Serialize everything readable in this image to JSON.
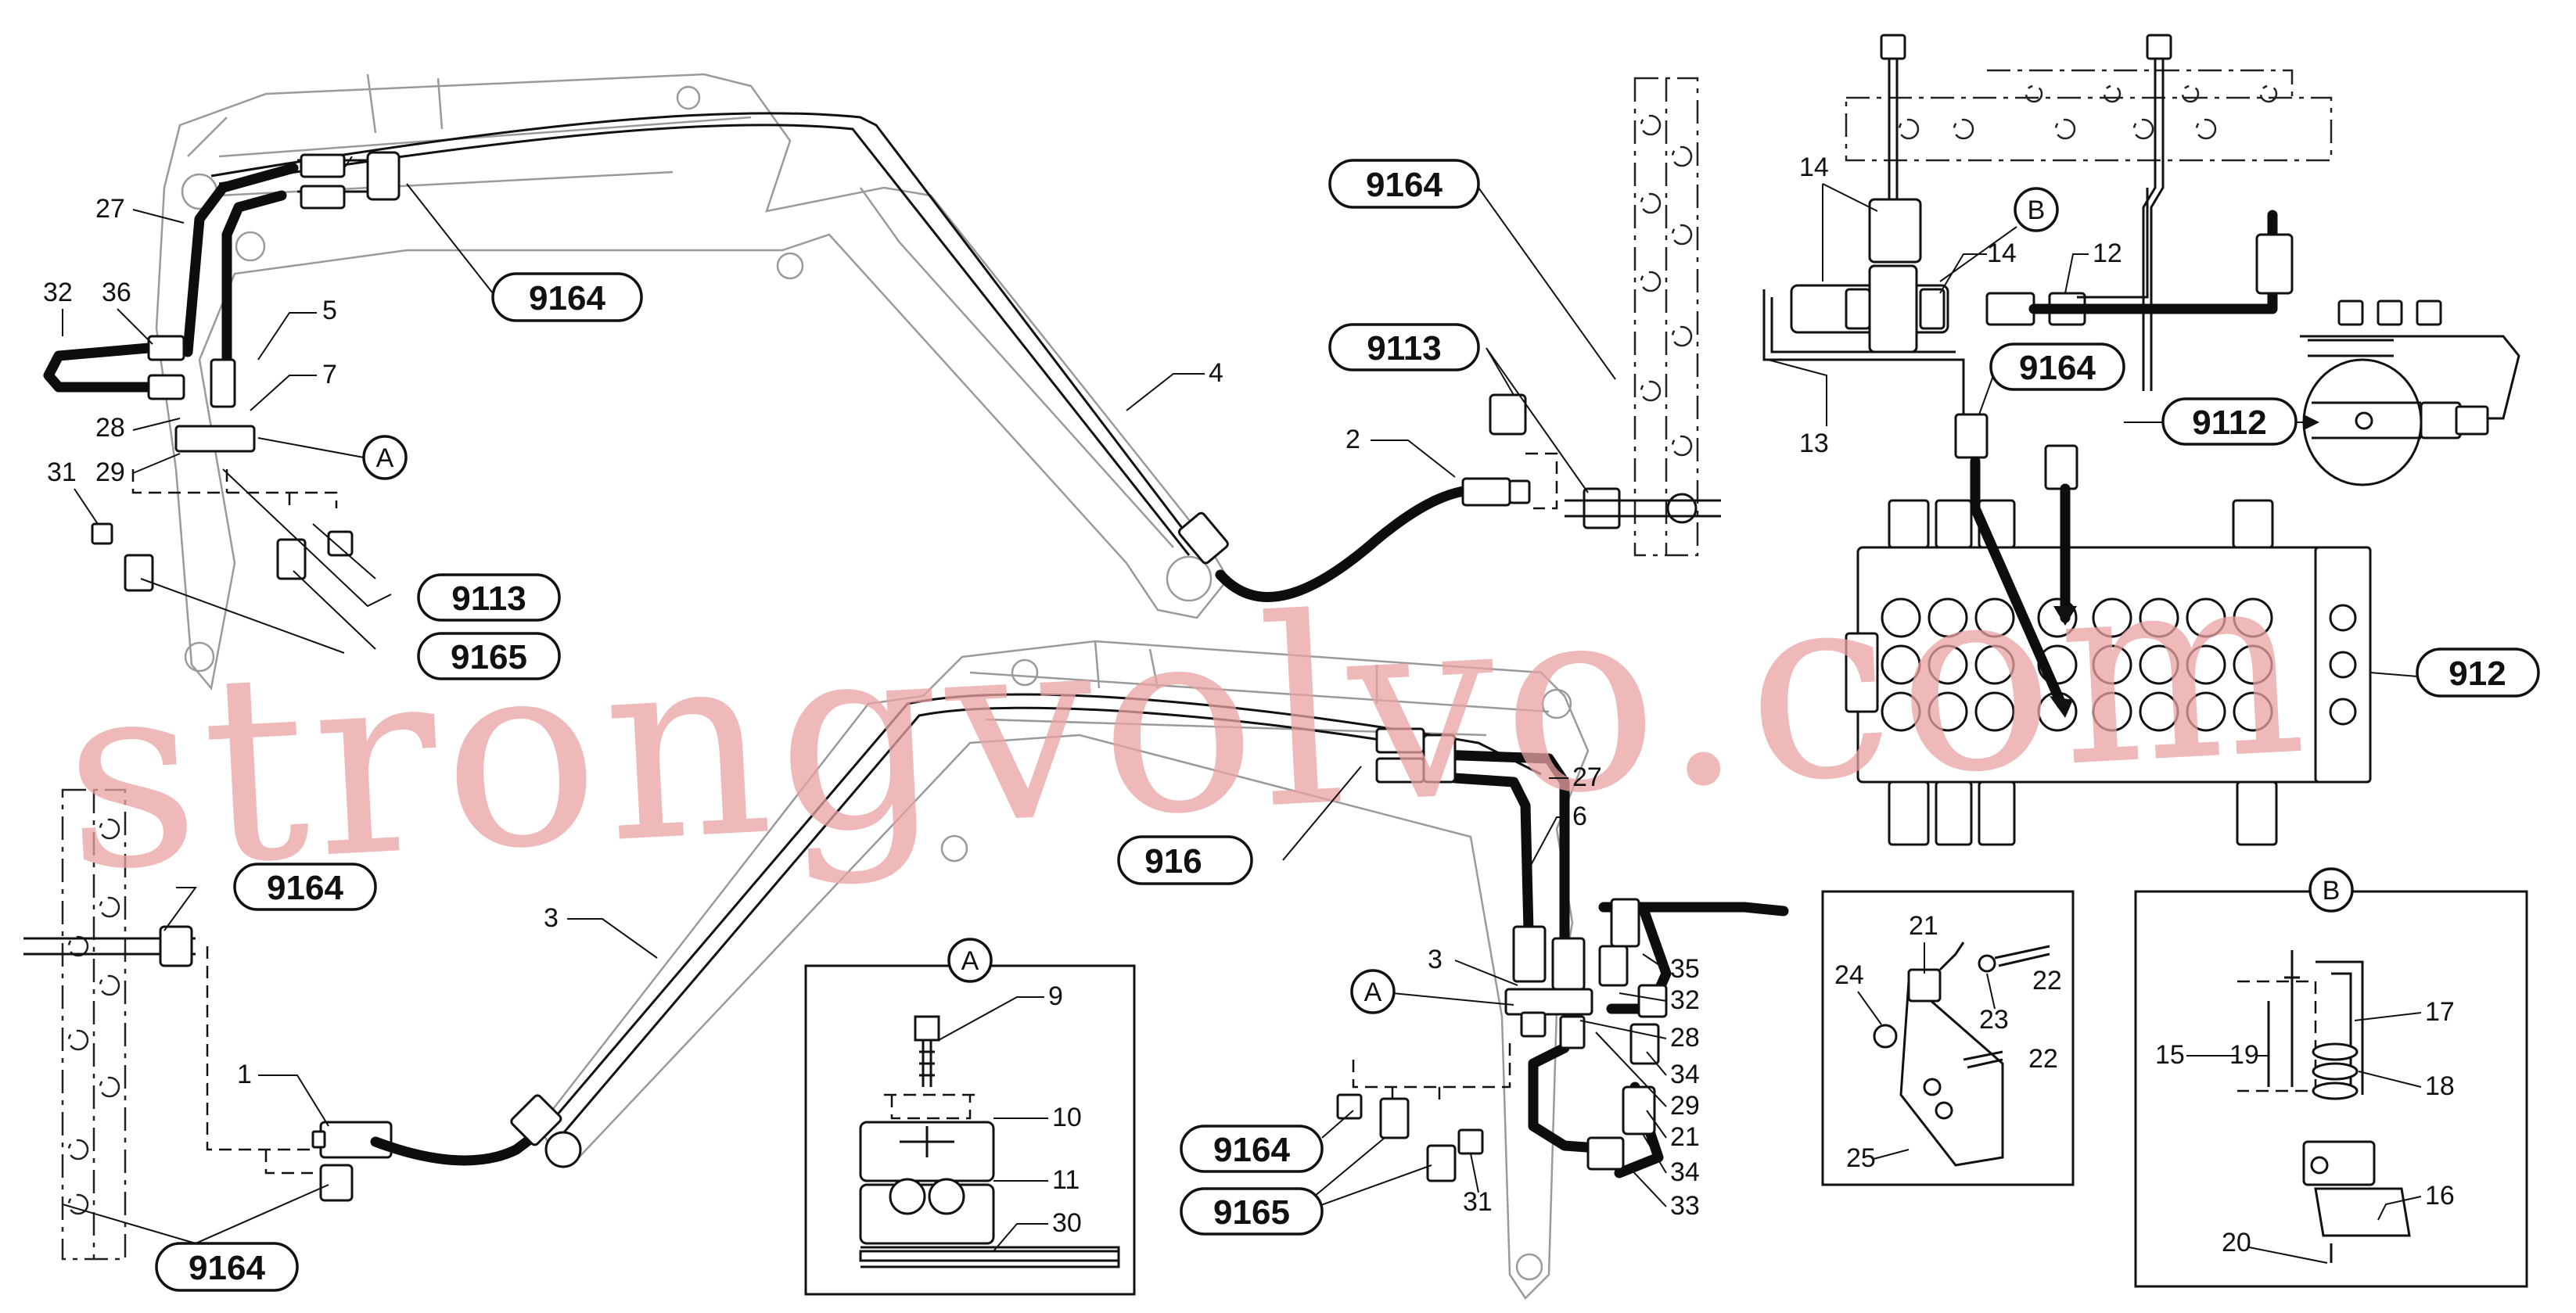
{
  "callouts": {
    "upper_hose_ref": "9164",
    "upper_plug_ref": "9113",
    "upper_cap_ref": "9113",
    "upper_cap2_ref": "9165",
    "upper_right_frame_ref": "9164",
    "upper_right_plug_ref": "9113",
    "valve_hose_ref": "9164",
    "tank_ref": "9112",
    "valve_ref": "912",
    "left_frame_ref": "9164",
    "left_bottom_ref": "9164",
    "lower_boom_ref": "916",
    "lower_cap_ref": "9164",
    "lower_cap2_ref": "9165",
    "detail_a": "A",
    "detail_b": "B",
    "circle_a_upper": "A",
    "circle_b_upper": "B",
    "circle_a_lower": "A"
  },
  "labels": {
    "n27": "27",
    "n32": "32",
    "n36": "36",
    "n5": "5",
    "n7": "7",
    "n28": "28",
    "n29": "29",
    "n31": "31",
    "n4": "4",
    "n2": "2",
    "n14a": "14",
    "n14b": "14",
    "n12": "12",
    "n13": "13",
    "n1": "1",
    "n3": "3",
    "n9": "9",
    "n10": "10",
    "n11": "11",
    "n30": "30",
    "n27b": "27",
    "n6": "6",
    "n35": "35",
    "n32b": "32",
    "n28b": "28",
    "n34a": "34",
    "n29b": "29",
    "n21b": "21",
    "n34b": "34",
    "n33": "33",
    "n31b": "31",
    "n3b": "3",
    "n21": "21",
    "n24": "24",
    "n23": "23",
    "n22a": "22",
    "n22b": "22",
    "n25": "25",
    "n17": "17",
    "n15": "15",
    "n19": "19",
    "n18": "18",
    "n16": "16",
    "n20": "20"
  },
  "watermark": "strongvolvo.com"
}
